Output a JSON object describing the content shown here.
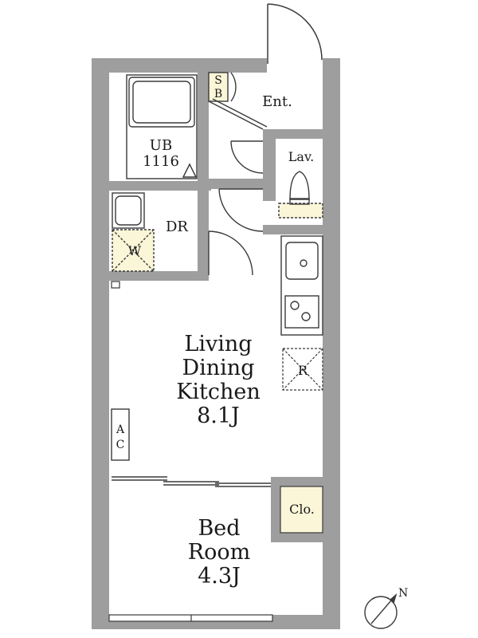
{
  "rooms": {
    "ldk": {
      "line1": "Living",
      "line2": "Dining",
      "line3": "Kitchen",
      "size": "8.1J"
    },
    "bed": {
      "line1": "Bed",
      "line2": "Room",
      "size": "4.3J"
    },
    "ub": {
      "line1": "UB",
      "line2": "1116"
    },
    "dr": "DR",
    "ent": "Ent.",
    "lav": "Lav.",
    "sb": {
      "line1": "S",
      "line2": "B"
    },
    "w": "W",
    "r": "R",
    "ac": {
      "line1": "A",
      "line2": "C"
    },
    "clo": "Clo."
  },
  "compass": {
    "north": "N"
  },
  "colors": {
    "wall": "#9e9e9e",
    "storage": "#fbf6d8",
    "line": "#3a3a3a"
  }
}
